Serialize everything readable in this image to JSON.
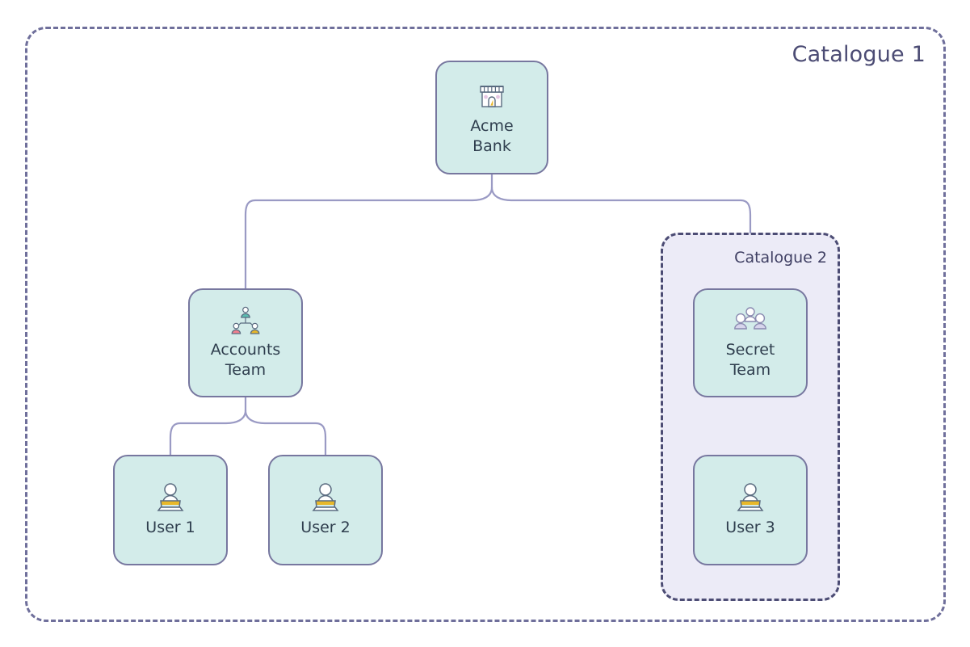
{
  "diagram": {
    "type": "hierarchy-tree",
    "background": "#ffffff",
    "colors": {
      "node_fill": "#d3ecea",
      "node_border": "#77779f",
      "node_text": "#2f3e4e",
      "connector": "#9a9ac4",
      "catalogue1_border": "#6f6f9b",
      "catalogue1_title": "#4c4c74",
      "catalogue2_fill": "#ecebf7",
      "catalogue2_border": "#4c4c74",
      "catalogue2_title": "#3f3f63",
      "accent_yellow": "#e8b82a",
      "accent_pink": "#f2a0a8",
      "accent_teal": "#5bbdb0",
      "accent_lavender": "#c9c6e6"
    }
  },
  "catalogue1": {
    "title": "Catalogue 1",
    "border_style": "dashed"
  },
  "catalogue2": {
    "title": "Catalogue 2",
    "border_style": "dashed"
  },
  "nodes": {
    "acme": {
      "label": "Acme\nBank",
      "icon": "shop-storefront-icon"
    },
    "accounts": {
      "label": "Accounts\nTeam",
      "icon": "org-chart-team-icon"
    },
    "user1": {
      "label": "User 1",
      "icon": "user-laptop-icon"
    },
    "user2": {
      "label": "User 2",
      "icon": "user-laptop-icon"
    },
    "secret": {
      "label": "Secret\nTeam",
      "icon": "people-group-icon"
    },
    "user3": {
      "label": "User 3",
      "icon": "user-laptop-icon"
    }
  },
  "edges": [
    {
      "from": "acme",
      "to": "accounts"
    },
    {
      "from": "acme",
      "to": "catalogue2"
    },
    {
      "from": "accounts",
      "to": "user1"
    },
    {
      "from": "accounts",
      "to": "user2"
    }
  ]
}
